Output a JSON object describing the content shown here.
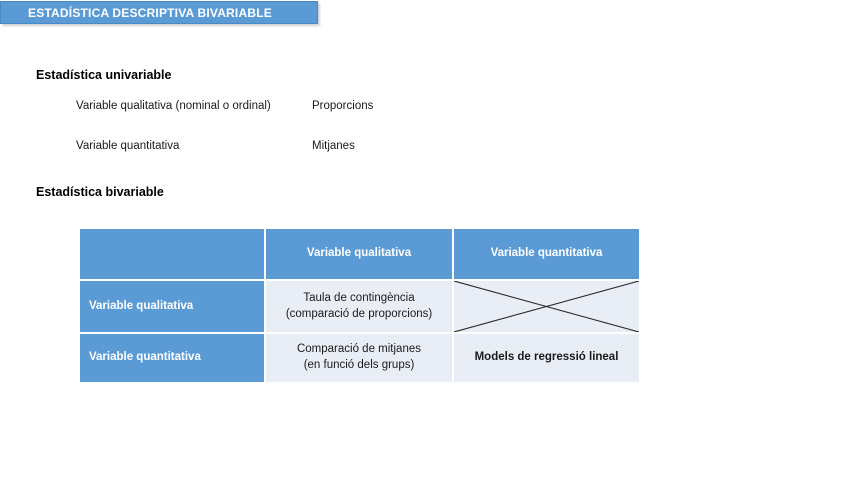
{
  "banner": {
    "title": "ESTADÍSTICA DESCRIPTIVA BIVARIABLE",
    "background_color": "#5B9BD5",
    "text_color": "#FFFFFF"
  },
  "univariable": {
    "heading": "Estadística univariable",
    "rows": [
      {
        "label": "Variable qualitativa (nominal o ordinal)",
        "value": "Proporcions"
      },
      {
        "label": "Variable quantitativa",
        "value": "Mitjanes"
      }
    ]
  },
  "bivariable": {
    "heading": "Estadística bivariable",
    "table": {
      "corner_label": "",
      "column_headers": [
        "Variable qualitativa",
        "Variable quantitativa"
      ],
      "rows": [
        {
          "row_header": "Variable qualitativa",
          "cells": [
            {
              "line1": "Taula de contingència",
              "line2": "(comparació de proporcions)",
              "bold": false,
              "crossed_out": false
            },
            {
              "line1": "",
              "line2": "",
              "bold": false,
              "crossed_out": true
            }
          ]
        },
        {
          "row_header": "Variable quantitativa",
          "cells": [
            {
              "line1": "Comparació de mitjanes",
              "line2": "(en funció dels grups)",
              "bold": false,
              "crossed_out": false
            },
            {
              "line1": "Models de regressió lineal",
              "line2": "",
              "bold": true,
              "crossed_out": false
            }
          ]
        }
      ]
    }
  },
  "colors": {
    "accent_blue": "#5B9BD5",
    "cell_light": "#E9EEF6",
    "text_dark": "#1A1A1A",
    "line_dark": "#2B2B2B"
  }
}
